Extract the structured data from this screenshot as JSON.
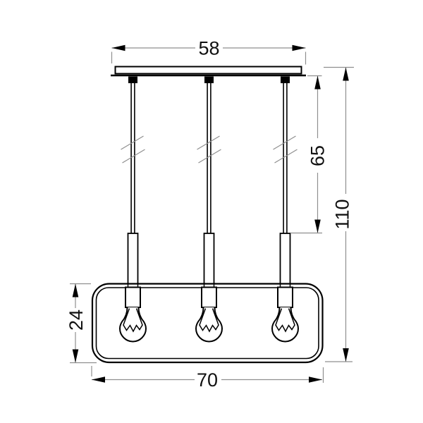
{
  "drawing": {
    "kind": "pendant-lamp-technical-dimension-drawing",
    "pendant_count": 3,
    "dimensions": {
      "canopy_width": {
        "value": "58"
      },
      "cord_length": {
        "value": "65"
      },
      "total_height": {
        "value": "110"
      },
      "frame_height": {
        "value": "24"
      },
      "frame_width": {
        "value": "70"
      }
    },
    "colors": {
      "outline": "#000000",
      "dimension_line": "#8f8f8f",
      "text": "#111111",
      "background": "#ffffff"
    }
  }
}
